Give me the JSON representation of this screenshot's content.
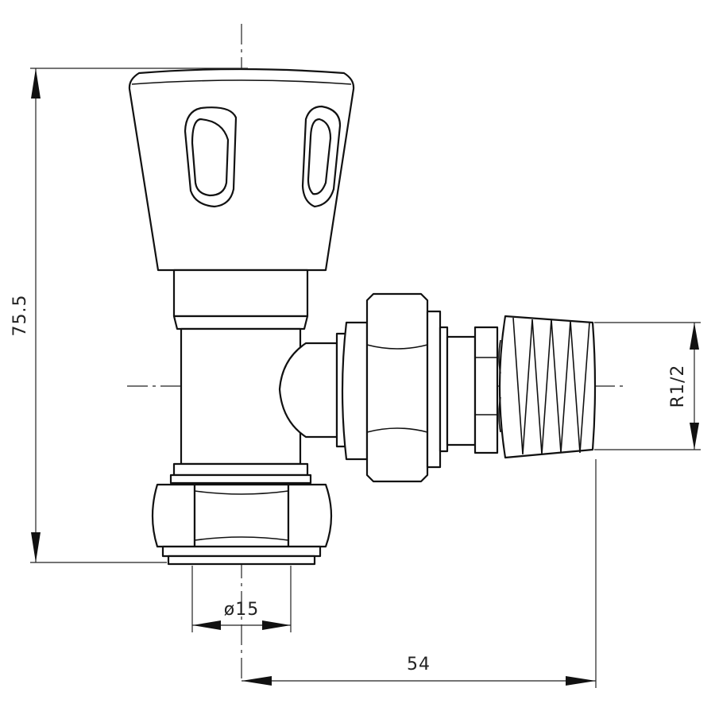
{
  "dimensions": {
    "height": "75.5",
    "diameter": "ø15",
    "thread": "R1/2",
    "width": "54"
  },
  "colors": {
    "line": "#111111",
    "background": "#ffffff"
  }
}
